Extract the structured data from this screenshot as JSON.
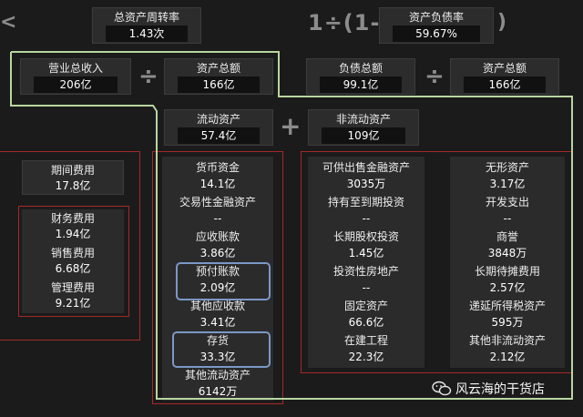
{
  "top": {
    "turnover": {
      "label": "总资产周转率",
      "value": "1.43次"
    },
    "debt_ratio": {
      "label": "资产负债率",
      "value": "59.67%"
    },
    "prefix": "1÷(1-",
    "suffix": ")",
    "left_chevron": "<"
  },
  "row2": {
    "revenue": {
      "label": "营业总收入",
      "value": "206亿"
    },
    "total_assets_a": {
      "label": "资产总额",
      "value": "166亿"
    },
    "liabilities": {
      "label": "负债总额",
      "value": "99.1亿"
    },
    "total_assets_b": {
      "label": "资产总额",
      "value": "166亿"
    },
    "divide": "÷"
  },
  "row3": {
    "current": {
      "label": "流动资产",
      "value": "57.4亿"
    },
    "noncurrent": {
      "label": "非流动资产",
      "value": "109亿"
    },
    "plus": "+"
  },
  "expenses": {
    "period": {
      "label": "期间费用",
      "value": "17.8亿"
    },
    "items": [
      {
        "label": "财务费用",
        "value": "1.94亿"
      },
      {
        "label": "销售费用",
        "value": "6.68亿"
      },
      {
        "label": "管理费用",
        "value": "9.21亿"
      }
    ]
  },
  "current_items": [
    {
      "label": "货币资金",
      "value": "14.1亿"
    },
    {
      "label": "交易性金融资产",
      "value": "--"
    },
    {
      "label": "应收账款",
      "value": "3.86亿"
    },
    {
      "label": "预付账款",
      "value": "2.09亿"
    },
    {
      "label": "其他应收款",
      "value": "3.41亿"
    },
    {
      "label": "存货",
      "value": "33.3亿"
    },
    {
      "label": "其他流动资产",
      "value": "6142万"
    }
  ],
  "noncurrent_left": [
    {
      "label": "可供出售金融资产",
      "value": "3035万"
    },
    {
      "label": "持有至到期投资",
      "value": "--"
    },
    {
      "label": "长期股权投资",
      "value": "1.45亿"
    },
    {
      "label": "投资性房地产",
      "value": "--"
    },
    {
      "label": "固定资产",
      "value": "66.6亿"
    },
    {
      "label": "在建工程",
      "value": "22.3亿"
    }
  ],
  "noncurrent_right": [
    {
      "label": "无形资产",
      "value": "3.17亿"
    },
    {
      "label": "开发支出",
      "value": "--"
    },
    {
      "label": "商誉",
      "value": "3848万"
    },
    {
      "label": "长期待摊费用",
      "value": "2.57亿"
    },
    {
      "label": "递延所得税资产",
      "value": "595万"
    },
    {
      "label": "其他非流动资产",
      "value": "2.12亿"
    }
  ],
  "watermark": {
    "text": "风云海的干货店",
    "icon": "wechat-icon"
  }
}
